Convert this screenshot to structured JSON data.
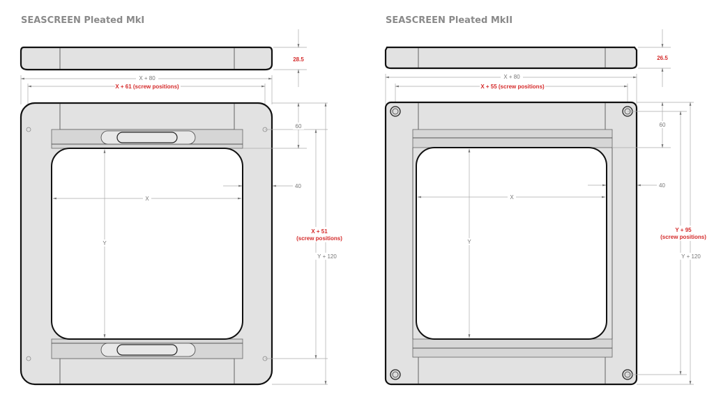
{
  "panels": [
    {
      "title": "SEASCREEN Pleated MkI",
      "thickness": "28.5",
      "outer_width": "X + 80",
      "screw_width": "X + 61 (screw positions)",
      "rail_depth": "60",
      "side_width": "40",
      "inner_width": "X",
      "inner_height": "Y",
      "screw_height_line1": "X + 51",
      "screw_height_line2": "(screw positions)",
      "outer_height": "Y + 120"
    },
    {
      "title": "SEASCREEN Pleated MkII",
      "thickness": "26.5",
      "outer_width": "X + 80",
      "screw_width": "X + 55 (screw positions)",
      "rail_depth": "60",
      "side_width": "40",
      "inner_width": "X",
      "inner_height": "Y",
      "screw_height_line1": "Y + 95",
      "screw_height_line2": "(screw positions)",
      "outer_height": "Y + 120"
    }
  ],
  "colors": {
    "dimension_red": "#d42a2a",
    "frame_fill": "#e2e2e2"
  }
}
